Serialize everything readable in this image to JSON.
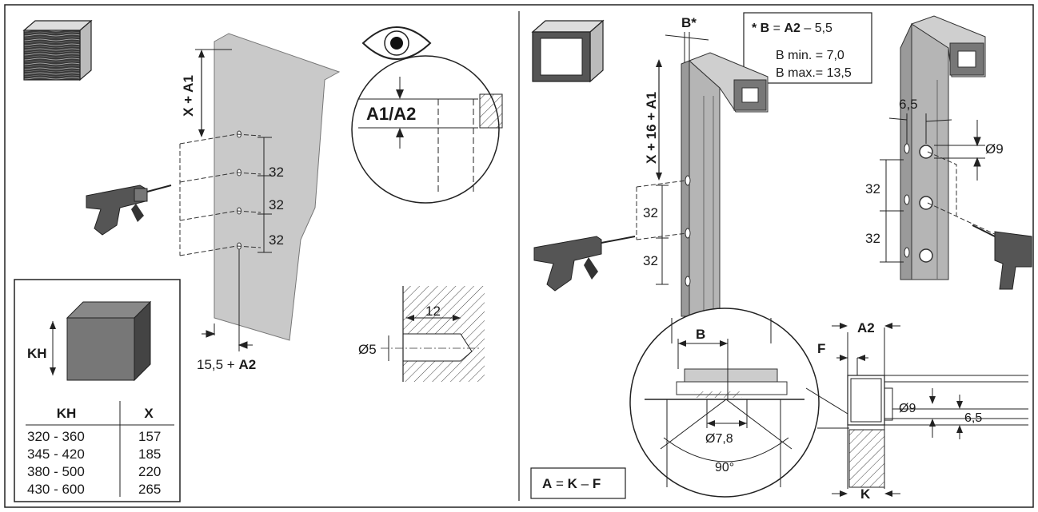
{
  "left_panel": {
    "dim_x_a1": "X + A1",
    "spacing_labels": [
      "32",
      "32",
      "32"
    ],
    "dim_offset_value": "15,5 + ",
    "dim_offset_bold": "A2",
    "detail_label": "A1/A2",
    "hole_depth": "12",
    "hole_diameter": "Ø5",
    "kh_label": "KH",
    "table": {
      "headers": [
        "KH",
        "X"
      ],
      "rows": [
        [
          "320 - 360",
          "157"
        ],
        [
          "345 - 420",
          "185"
        ],
        [
          "380 - 500",
          "220"
        ],
        [
          "430 - 600",
          "265"
        ]
      ]
    }
  },
  "right_panel": {
    "b_star": "B*",
    "formula_star": "* ",
    "formula_b": "B",
    "formula_eq": " = ",
    "formula_a2": "A2",
    "formula_rest": " – 5,5",
    "b_min": "B min. =   7,0",
    "b_max": "B max.= 13,5",
    "dim_x_16_a1": "X + 16 + A1",
    "spacing_labels": [
      "32",
      "32"
    ],
    "spacing_labels_right": [
      "32",
      "32"
    ],
    "dim_65_top": "6,5",
    "dim_d9_top": "Ø9",
    "detail_b": "B",
    "detail_d78": "Ø7,8",
    "detail_angle": "90°",
    "section_a2": "A2",
    "section_f": "F",
    "section_d9": "Ø9",
    "section_65": "6,5",
    "section_k": "K",
    "formula_box_a": "A",
    "formula_box_eq": " = ",
    "formula_box_k": "K",
    "formula_box_minus": " – ",
    "formula_box_f": "F"
  }
}
